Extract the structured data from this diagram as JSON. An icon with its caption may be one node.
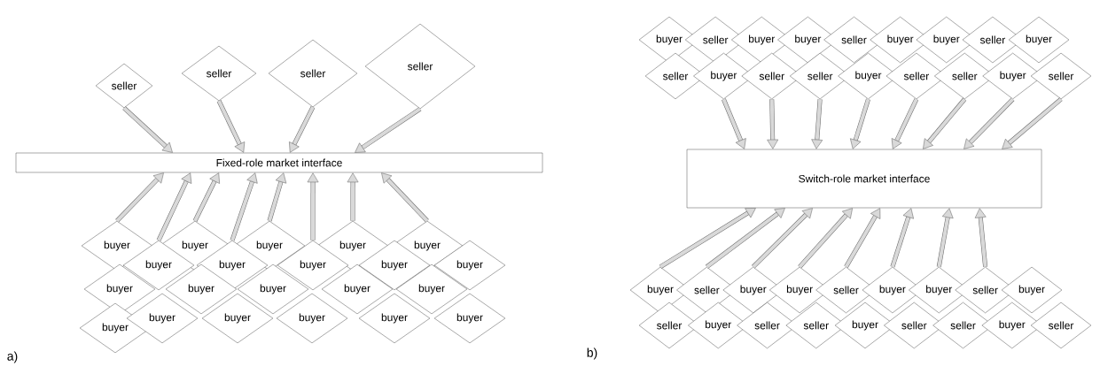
{
  "diagram": {
    "nodes": [
      {
        "text": [
          "seller"
        ]
      },
      {
        "text": [
          "seller"
        ]
      },
      {
        "text": [
          "seller"
        ]
      },
      {
        "text": [
          "seller"
        ]
      },
      {
        "text": [
          "Fixed-role market interface"
        ]
      },
      {
        "text": [
          "buyer"
        ]
      },
      {
        "text": [
          "buyer"
        ]
      },
      {
        "text": [
          "buyer"
        ]
      },
      {
        "text": [
          "buyer"
        ]
      },
      {
        "text": [
          "buyer"
        ]
      },
      {
        "text": [
          "buyer"
        ]
      },
      {
        "text": [
          "buyer"
        ]
      },
      {
        "text": [
          "buyer"
        ]
      },
      {
        "text": [
          "buyer"
        ]
      },
      {
        "text": [
          "buyer"
        ]
      },
      {
        "text": [
          "buyer"
        ]
      },
      {
        "text": [
          "buyer"
        ]
      },
      {
        "text": [
          "buyer"
        ]
      },
      {
        "text": [
          "buyer"
        ]
      },
      {
        "text": [
          "buyer"
        ]
      },
      {
        "text": [
          "buyer"
        ]
      },
      {
        "text": [
          "buyer"
        ]
      },
      {
        "text": [
          "buyer"
        ]
      },
      {
        "text": [
          "buyer"
        ]
      },
      {
        "text": [
          "buyer"
        ]
      },
      {
        "text": [
          "buyer"
        ]
      },
      {
        "text": [
          "buyer"
        ]
      },
      {
        "text": [
          "seller"
        ]
      },
      {
        "text": [
          "buyer"
        ]
      },
      {
        "text": [
          "buyer"
        ]
      },
      {
        "text": [
          "seller"
        ]
      },
      {
        "text": [
          "buyer"
        ]
      },
      {
        "text": [
          "buyer"
        ]
      },
      {
        "text": [
          "seller"
        ]
      },
      {
        "text": [
          "buyer"
        ]
      },
      {
        "text": [
          "seller"
        ]
      },
      {
        "text": [
          "buyer"
        ]
      },
      {
        "text": [
          "seller"
        ]
      },
      {
        "text": [
          "seller"
        ]
      },
      {
        "text": [
          "buyer"
        ]
      },
      {
        "text": [
          "seller"
        ]
      },
      {
        "text": [
          "seller"
        ]
      },
      {
        "text": [
          "buyer"
        ]
      },
      {
        "text": [
          "seller"
        ]
      },
      {
        "text": [
          "Switch-role market interface"
        ]
      },
      {
        "text": [
          "buyer"
        ]
      },
      {
        "text": [
          "seller"
        ]
      },
      {
        "text": [
          "buyer"
        ]
      },
      {
        "text": [
          "buyer"
        ]
      },
      {
        "text": [
          "seller"
        ]
      },
      {
        "text": [
          "buyer"
        ]
      },
      {
        "text": [
          "buyer"
        ]
      },
      {
        "text": [
          "seller"
        ]
      },
      {
        "text": [
          "buyer"
        ]
      },
      {
        "text": [
          "seller"
        ]
      },
      {
        "text": [
          "buyer"
        ]
      },
      {
        "text": [
          "seller"
        ]
      },
      {
        "text": [
          "seller"
        ]
      },
      {
        "text": [
          "buyer"
        ]
      },
      {
        "text": [
          "seller"
        ]
      },
      {
        "text": [
          "seller"
        ]
      },
      {
        "text": [
          "buyer"
        ]
      },
      {
        "text": [
          "seller"
        ]
      }
    ],
    "edges": [
      {
        "from": 0,
        "to": 4,
        "arrow": "to"
      },
      {
        "from": 1,
        "to": 4,
        "arrow": "to"
      },
      {
        "from": 2,
        "to": 4,
        "arrow": "to"
      },
      {
        "from": 3,
        "to": 4,
        "arrow": "to"
      },
      {
        "from": 5,
        "to": 4,
        "arrow": "to"
      },
      {
        "from": 10,
        "to": 4,
        "arrow": "to"
      },
      {
        "from": 6,
        "to": 4,
        "arrow": "to"
      },
      {
        "from": 11,
        "to": 4,
        "arrow": "to"
      },
      {
        "from": 7,
        "to": 4,
        "arrow": "to"
      },
      {
        "from": 12,
        "to": 4,
        "arrow": "to"
      },
      {
        "from": 8,
        "to": 4,
        "arrow": "to"
      },
      {
        "from": 9,
        "to": 4,
        "arrow": "to"
      },
      {
        "from": 36,
        "to": 44,
        "arrow": "to"
      },
      {
        "from": 37,
        "to": 44,
        "arrow": "to"
      },
      {
        "from": 38,
        "to": 44,
        "arrow": "to"
      },
      {
        "from": 39,
        "to": 44,
        "arrow": "to"
      },
      {
        "from": 40,
        "to": 44,
        "arrow": "to"
      },
      {
        "from": 41,
        "to": 44,
        "arrow": "to"
      },
      {
        "from": 42,
        "to": 44,
        "arrow": "to"
      },
      {
        "from": 43,
        "to": 44,
        "arrow": "to"
      },
      {
        "from": 45,
        "to": 44,
        "arrow": "to"
      },
      {
        "from": 46,
        "to": 44,
        "arrow": "to"
      },
      {
        "from": 47,
        "to": 44,
        "arrow": "to"
      },
      {
        "from": 48,
        "to": 44,
        "arrow": "to"
      },
      {
        "from": 49,
        "to": 44,
        "arrow": "to"
      },
      {
        "from": 50,
        "to": 44,
        "arrow": "to"
      },
      {
        "from": 51,
        "to": 44,
        "arrow": "to"
      },
      {
        "from": 52,
        "to": 44,
        "arrow": "to"
      }
    ],
    "labels": [
      "a)",
      "b)"
    ]
  }
}
